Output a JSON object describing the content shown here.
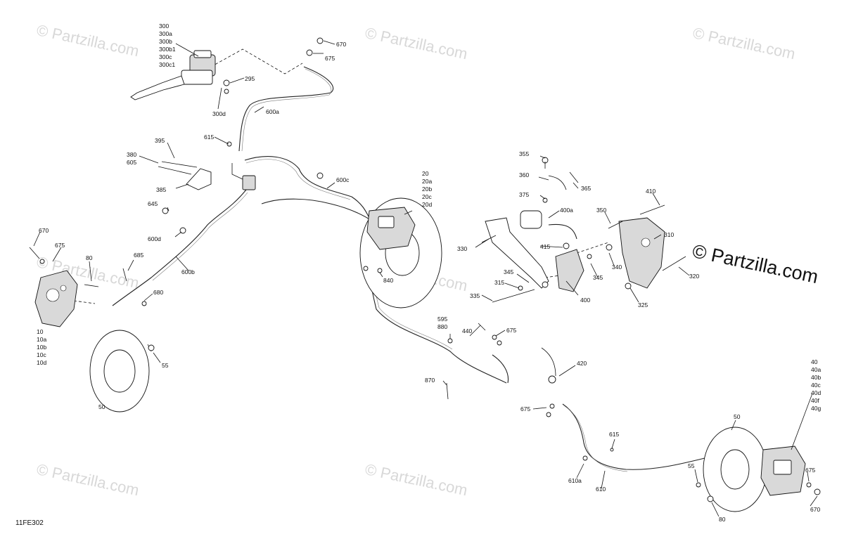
{
  "watermark_text": "© Partzilla.com",
  "brand_text": "© Partzilla.com",
  "diagram_code": "11FE302",
  "labels": {
    "l300": "300",
    "l300a": "300a",
    "l300b": "300b",
    "l300b1": "300b1",
    "l300c": "300c",
    "l300c1": "300c1",
    "l295": "295",
    "l300d": "300d",
    "l670a": "670",
    "l675a": "675",
    "l600a": "600a",
    "l615a": "615",
    "l395": "395",
    "l380": "380",
    "l605": "605",
    "l385": "385",
    "l645": "645",
    "l600d": "600d",
    "l670b": "670",
    "l675b": "675",
    "l80a": "80",
    "l685": "685",
    "l600b": "600b",
    "l680": "680",
    "l10": "10",
    "l10a": "10a",
    "l10b": "10b",
    "l10c": "10c",
    "l10d": "10d",
    "l55a": "55",
    "l50a": "50",
    "l600c": "600c",
    "l20": "20",
    "l20a": "20a",
    "l20b": "20b",
    "l20c": "20c",
    "l20d": "20d",
    "l840": "840",
    "l595": "595",
    "l880": "880",
    "l440": "440",
    "l675c": "675",
    "l870": "870",
    "l355": "355",
    "l360": "360",
    "l365": "365",
    "l375": "375",
    "l400a": "400a",
    "l350": "350",
    "l410": "410",
    "l310": "310",
    "l330": "330",
    "l415": "415",
    "l340": "340",
    "l345a": "345",
    "l345b": "345",
    "l315": "315",
    "l335": "335",
    "l400": "400",
    "l320": "320",
    "l325": "325",
    "l420": "420",
    "l675d": "675",
    "l615b": "615",
    "l610a": "610a",
    "l610": "610",
    "l40": "40",
    "l40a": "40a",
    "l40b": "40b",
    "l40c": "40c",
    "l40d": "40d",
    "l40f": "40f",
    "l40g": "40g",
    "l50b": "50",
    "l55b": "55",
    "l80b": "80",
    "l675e": "675",
    "l670c": "670"
  }
}
